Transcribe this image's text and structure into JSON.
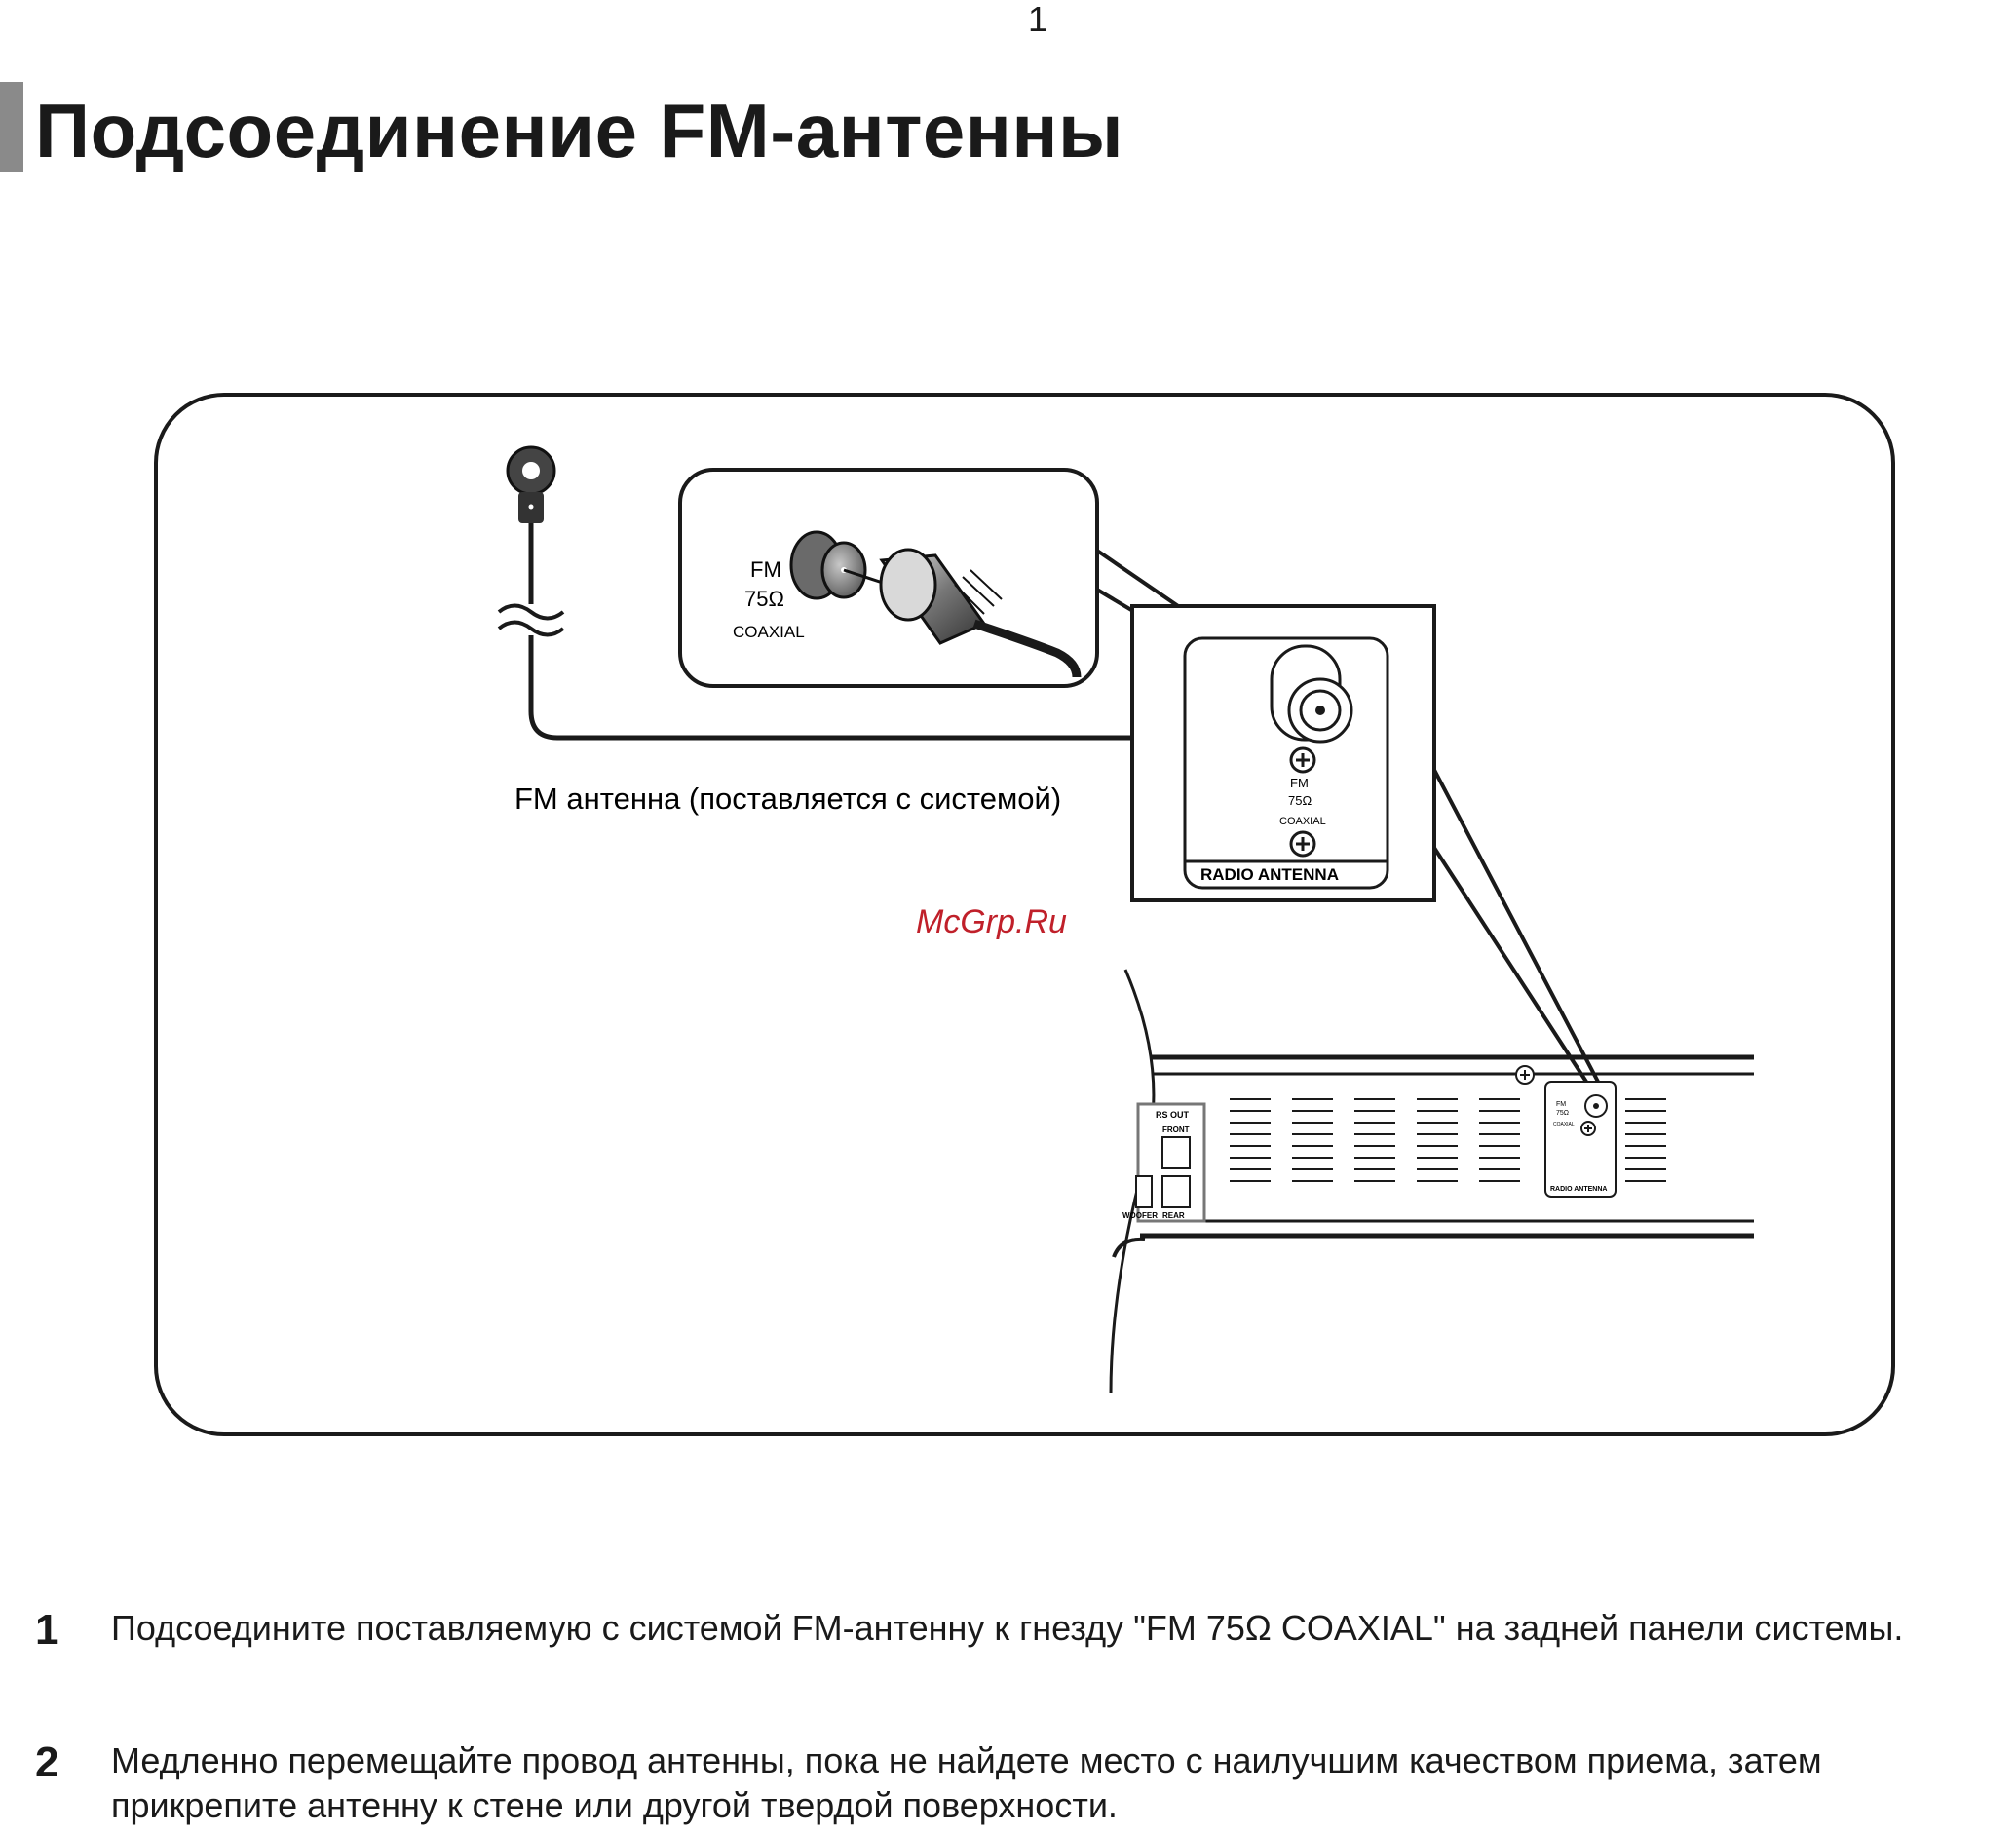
{
  "page": {
    "number": "1",
    "title": "Подсоединение FM-антенны"
  },
  "diagram": {
    "zoom_fm": "FM",
    "zoom_ohm": "75Ω",
    "zoom_coaxial": "COAXIAL",
    "antenna_caption": "FM антенна (поставляется с системой)",
    "panel_fm": "FM",
    "panel_ohm": "75Ω",
    "panel_coaxial": "COAXIAL",
    "panel_radio_antenna": "RADIO ANTENNA",
    "watermark": "McGrp.Ru",
    "device_speakers_out": "RS OUT",
    "device_front": "FRONT",
    "device_rear": "REAR",
    "device_woofer": "WOOFER",
    "device_fm": "FM",
    "device_ohm": "75Ω",
    "device_coaxial": "COAXIAL",
    "device_radio_antenna": "RADIO ANTENNA"
  },
  "steps": [
    {
      "number": "1",
      "text": "Подсоедините поставляемую с системой FM-антенну к гнезду \"FM 75Ω COAXIAL\" на задней панели системы."
    },
    {
      "number": "2",
      "text": "Медленно перемещайте провод антенны, пока не найдете место с наилучшим качеством приема, затем прикрепите антенну к стене или другой твердой поверхности."
    }
  ]
}
